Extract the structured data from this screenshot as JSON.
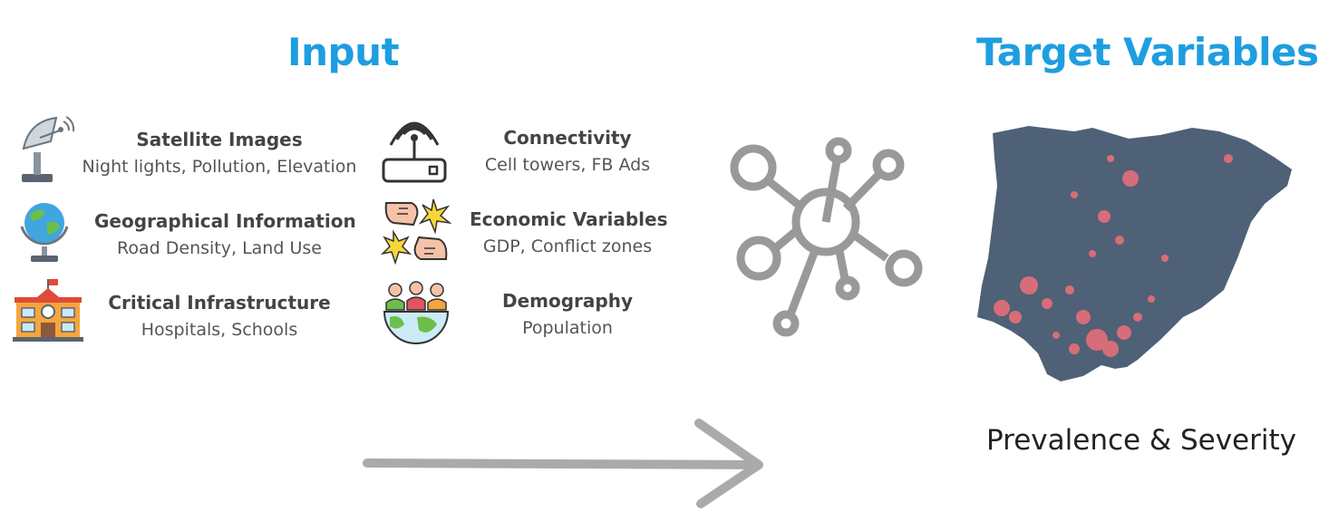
{
  "headings": {
    "input": "Input",
    "target": "Target Variables"
  },
  "inputs": [
    {
      "title": "Satellite Images",
      "subtitle": "Night lights, Pollution, Elevation",
      "icon": "satellite-dish-icon"
    },
    {
      "title": "Geographical Information",
      "subtitle": "Road Density, Land Use",
      "icon": "globe-icon"
    },
    {
      "title": "Critical Infrastructure",
      "subtitle": "Hospitals, Schools",
      "icon": "school-building-icon"
    },
    {
      "title": "Connectivity",
      "subtitle": "Cell towers, FB Ads",
      "icon": "router-icon"
    },
    {
      "title": "Economic Variables",
      "subtitle": "GDP, Conflict zones",
      "icon": "conflict-fists-icon"
    },
    {
      "title": "Demography",
      "subtitle": "Population",
      "icon": "population-globe-icon"
    }
  ],
  "target": {
    "caption": "Prevalence & Severity",
    "map_icon": "nigeria-night-lights-map"
  },
  "colors": {
    "heading": "#1e9ee0",
    "network": "#999999",
    "arrow": "#aaaaaa",
    "map_base": "#4e6177",
    "map_hotspot": "#f0707a"
  }
}
